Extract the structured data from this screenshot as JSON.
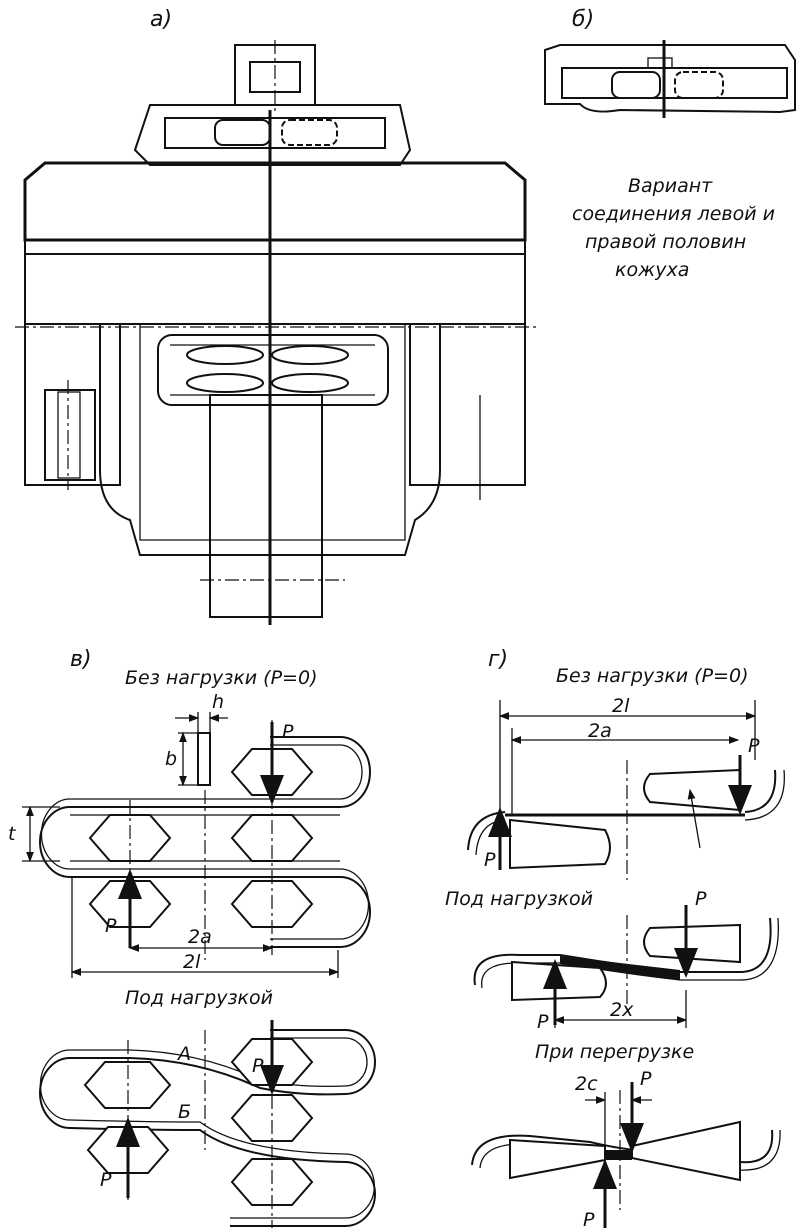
{
  "panels": {
    "a": {
      "label": "а)"
    },
    "b": {
      "label": "б)",
      "caption_lines": [
        "Вариант",
        "соединения левой и",
        "правой половин",
        "кожуха"
      ]
    },
    "v": {
      "label": "в)",
      "no_load": "Без нагрузки (P=0)",
      "under_load": "Под нагрузкой",
      "dims": {
        "h": "h",
        "b": "b",
        "t": "t",
        "two_a": "2a",
        "two_l": "2l"
      },
      "points": {
        "A": "А",
        "B": "Б"
      },
      "force": "P"
    },
    "g": {
      "label": "г)",
      "no_load": "Без нагрузки (P=0)",
      "under_load": "Под нагрузкой",
      "overload": "При перегрузке",
      "dims": {
        "two_l": "2l",
        "two_a": "2a",
        "two_x": "2x",
        "two_c": "2c"
      },
      "force": "P"
    }
  }
}
